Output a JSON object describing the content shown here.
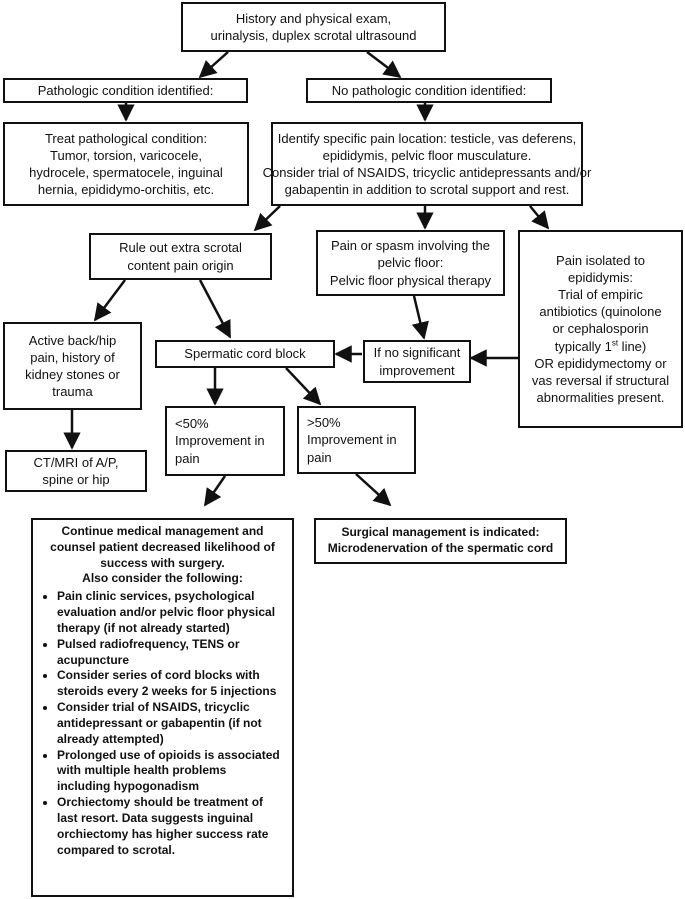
{
  "nodes": {
    "start": [
      "History and physical exam,",
      "urinalysis, duplex scrotal ultrasound"
    ],
    "pathologic": [
      "Pathologic condition identified:"
    ],
    "no_pathologic": [
      "No pathologic condition identified:"
    ],
    "treat": [
      "Treat pathological condition:",
      "Tumor, torsion, varicocele,",
      "hydrocele, spermatocele, inguinal",
      "hernia, epididymo-orchitis, etc."
    ],
    "identify": [
      "Identify specific pain location: testicle, vas deferens,",
      "epididymis, pelvic floor musculature.",
      "Consider trial of NSAIDS, tricyclic antidepressants and/or",
      "gabapentin in addition to scrotal support and rest."
    ],
    "rule_out": [
      "Rule out extra scrotal",
      "content pain origin"
    ],
    "pelvic_floor": [
      "Pain or spasm involving the",
      "pelvic floor:",
      "Pelvic floor physical therapy"
    ],
    "epididymis": {
      "lines": [
        "Pain isolated to",
        "epididymis:",
        "Trial of empiric",
        "antibiotics (quinolone",
        "or cephalosporin"
      ],
      "sup_line_pre": "typically 1",
      "sup": "st",
      "sup_line_post": " line)",
      "lines_after": [
        "OR epididymectomy or",
        "vas reversal if structural",
        "abnormalities present."
      ]
    },
    "back_hip": [
      "Active back/hip",
      "pain, history of",
      "kidney stones or",
      "trauma"
    ],
    "cord_block": [
      "Spermatic cord block"
    ],
    "no_improvement": [
      "If no significant",
      "improvement"
    ],
    "lt50": [
      "<50%",
      "Improvement in",
      "pain"
    ],
    "gt50": [
      ">50%",
      "Improvement in",
      "pain"
    ],
    "ct_mri": [
      "CT/MRI of A/P,",
      "spine or hip"
    ],
    "continue": {
      "heading": [
        "Continue medical management and",
        "counsel patient decreased likelihood of",
        "success with surgery.",
        "Also consider the following:"
      ],
      "bullets": [
        [
          "Pain clinic services, psychological",
          "evaluation and/or pelvic floor physical",
          "therapy (if not already started)"
        ],
        [
          "Pulsed radiofrequency, TENS or",
          "acupuncture"
        ],
        [
          "Consider series of cord blocks with",
          "steroids every 2 weeks for 5 injections"
        ],
        [
          "Consider trial of NSAIDS, tricyclic",
          "antidepressant or gabapentin (if not",
          "already attempted)"
        ],
        [
          "Prolonged use of opioids is associated",
          "with multiple health problems",
          "including hypogonadism"
        ],
        [
          "Orchiectomy should be treatment of",
          "last resort. Data suggests inguinal",
          "orchiectomy has higher success rate",
          "compared to scrotal."
        ]
      ]
    },
    "surgical": [
      "Surgical management is indicated:",
      "Microdenervation of the spermatic cord"
    ]
  }
}
